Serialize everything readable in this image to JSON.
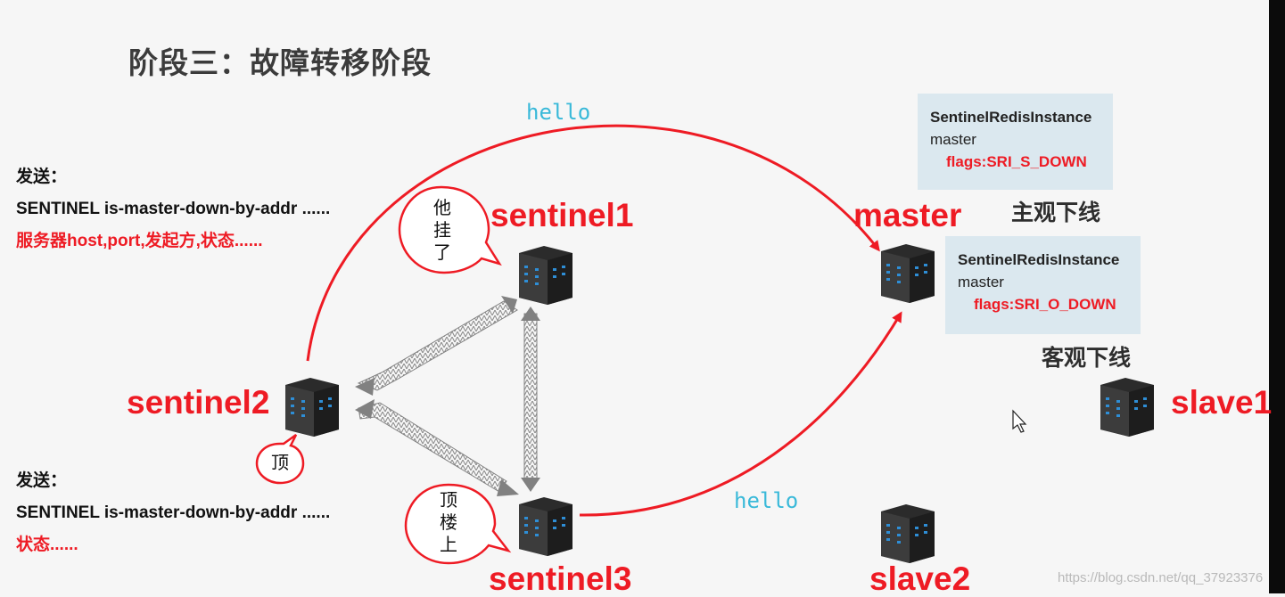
{
  "title": "阶段三：故障转移阶段",
  "hello_labels": [
    "hello",
    "hello"
  ],
  "nodes": {
    "sentinel1": "sentinel1",
    "sentinel2": "sentinel2",
    "sentinel3": "sentinel3",
    "master": "master",
    "slave1": "slave1",
    "slave2": "slave2"
  },
  "send_top": {
    "heading": "发送：",
    "command": "SENTINEL is-master-down-by-addr ......",
    "detail": "服务器host,port,发起方,状态......"
  },
  "send_bottom": {
    "heading": "发送：",
    "command": "SENTINEL is-master-down-by-addr ......",
    "detail": "状态......"
  },
  "info_s_down": {
    "class_name": "SentinelRedisInstance",
    "role": "master",
    "flags": "flags:SRI_S_DOWN",
    "state_label": "主观下线"
  },
  "info_o_down": {
    "class_name": "SentinelRedisInstance",
    "role": "master",
    "flags": "flags:SRI_O_DOWN",
    "state_label": "客观下线"
  },
  "bubbles": {
    "sentinel1": [
      "他",
      "挂",
      "了"
    ],
    "sentinel2": "顶",
    "sentinel3": [
      "顶",
      "楼",
      "上"
    ]
  },
  "watermark": "https://blog.csdn.net/qq_37923376",
  "colors": {
    "accent_red": "#ee1b24",
    "hello_blue": "#39b9d9",
    "info_bg": "#dbe8ef"
  },
  "icons": [
    "server-icon",
    "cursor-icon",
    "speech-bubble"
  ]
}
